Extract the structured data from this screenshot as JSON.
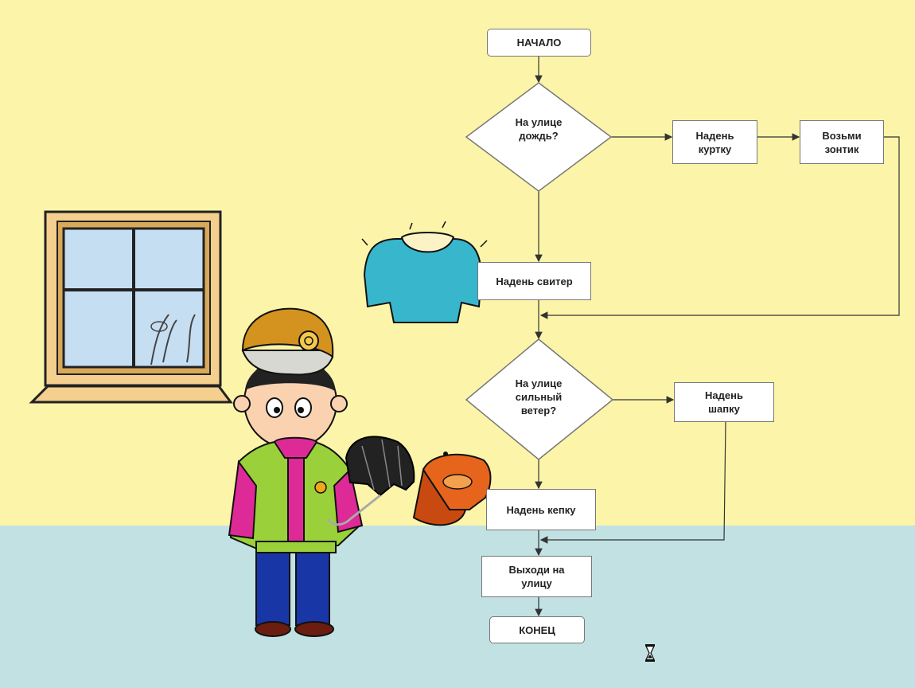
{
  "flowchart": {
    "start": "НАЧАЛО",
    "decision_rain": "На улице\nдождь?",
    "wear_jacket": "Надень\nкуртку",
    "take_umbrella": "Возьми\nзонтик",
    "wear_sweater": "Надень свитер",
    "decision_wind": "На улице\nсильный\nветер?",
    "wear_hat": "Надень\nшапку",
    "wear_cap": "Надень кепку",
    "go_outside": "Выходи на\nулицу",
    "end": "КОНЕЦ"
  },
  "colors": {
    "wall": "#fcf5a9",
    "floor": "#c1e1e3",
    "node_border": "#777777",
    "line": "#333333"
  },
  "icons": {
    "cursor": "hourglass-icon"
  }
}
